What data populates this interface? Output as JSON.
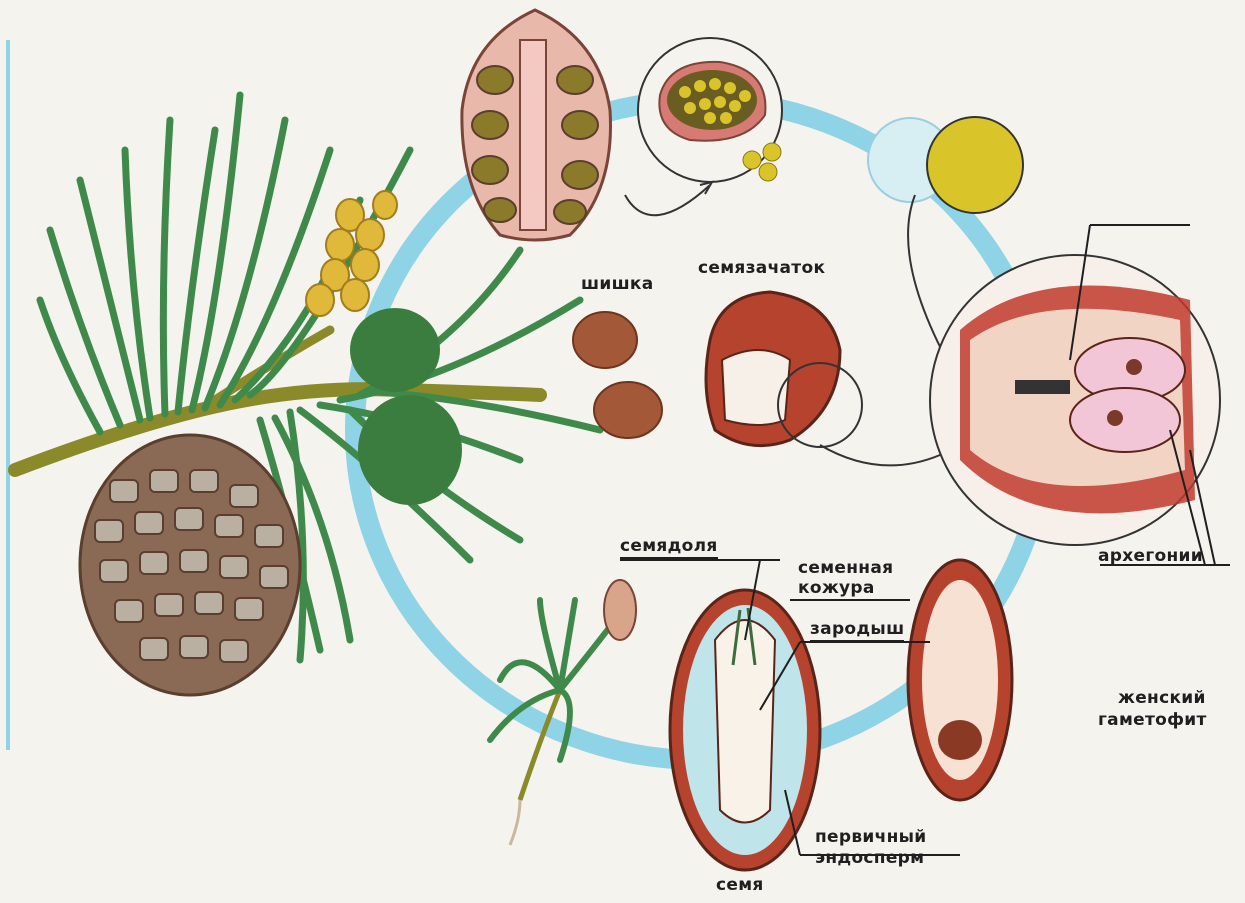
{
  "labels": {
    "cone": "шишка",
    "ovule": "семязачаток",
    "cotyledon": "семядоля",
    "seed_coat_line1": "семенная",
    "seed_coat_line2": "кожура",
    "embryo": "зародыш",
    "archegonia": "архегонии",
    "female_gametophyte_line1": "женский",
    "female_gametophyte_line2": "гаметофит",
    "primary_endosperm_line1": "первичный",
    "primary_endosperm_line2": "эндосперм",
    "seed": "семя"
  },
  "colors": {
    "cycle_ring": "#8fd3e6",
    "needles": "#3f8a4a",
    "stem": "#8a8a2a",
    "pollen_cone": "#e0b83a",
    "mature_cone": "#8a6a55",
    "ovule_tissue": "#b5432e",
    "archegonium": "#f2c6d6",
    "pollen": "#d9c42a",
    "line": "#1f1f1f"
  }
}
